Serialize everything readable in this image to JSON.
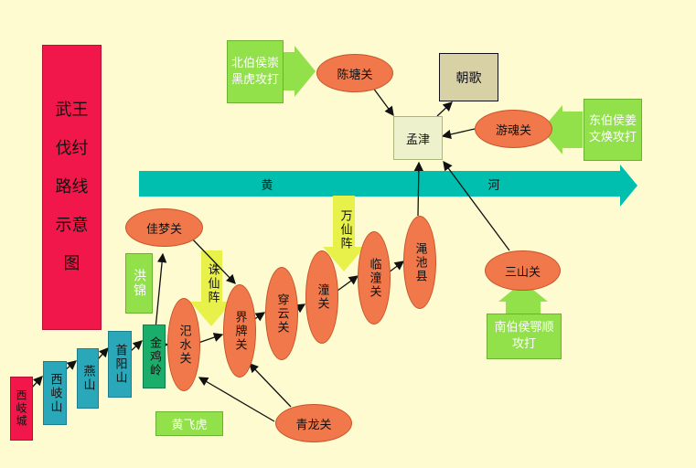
{
  "title": "武王伐纣路线示意图",
  "river": {
    "left": "黄",
    "right": "河"
  },
  "start": "西岐城",
  "steps": [
    "西岐山",
    "燕山",
    "首阳山",
    "金鸡岭"
  ],
  "passes": {
    "jiameng": "佳梦关",
    "sishui": "汜水关",
    "jiepai": "界牌关",
    "chuanyun": "穿云关",
    "tong": "潼关",
    "lintong": "临潼关",
    "mianchi": "渑池县",
    "qinglong": "青龙关",
    "sanshan": "三山关",
    "youhun": "游魂关",
    "chentang": "陈塘关"
  },
  "mengjin": "孟津",
  "chaoge": "朝歌",
  "generals": {
    "hongjin": "洪锦",
    "huangfeihu": "黄飞虎"
  },
  "arrays": {
    "zhuxian": "诛仙阵",
    "wanxian": "万仙阵"
  },
  "attackers": {
    "north": "北伯侯崇黑虎攻打",
    "east": "东伯侯姜文焕攻打",
    "south": "南伯侯鄂顺攻打"
  },
  "colors": {
    "background": "#fdfbcf",
    "title_box": "#f2174a",
    "river": "#00bfae",
    "pass": "#f0784a",
    "step": "#2aa7b8",
    "yellow_arrow": "#e8f04a",
    "green_label": "#92e04a"
  }
}
